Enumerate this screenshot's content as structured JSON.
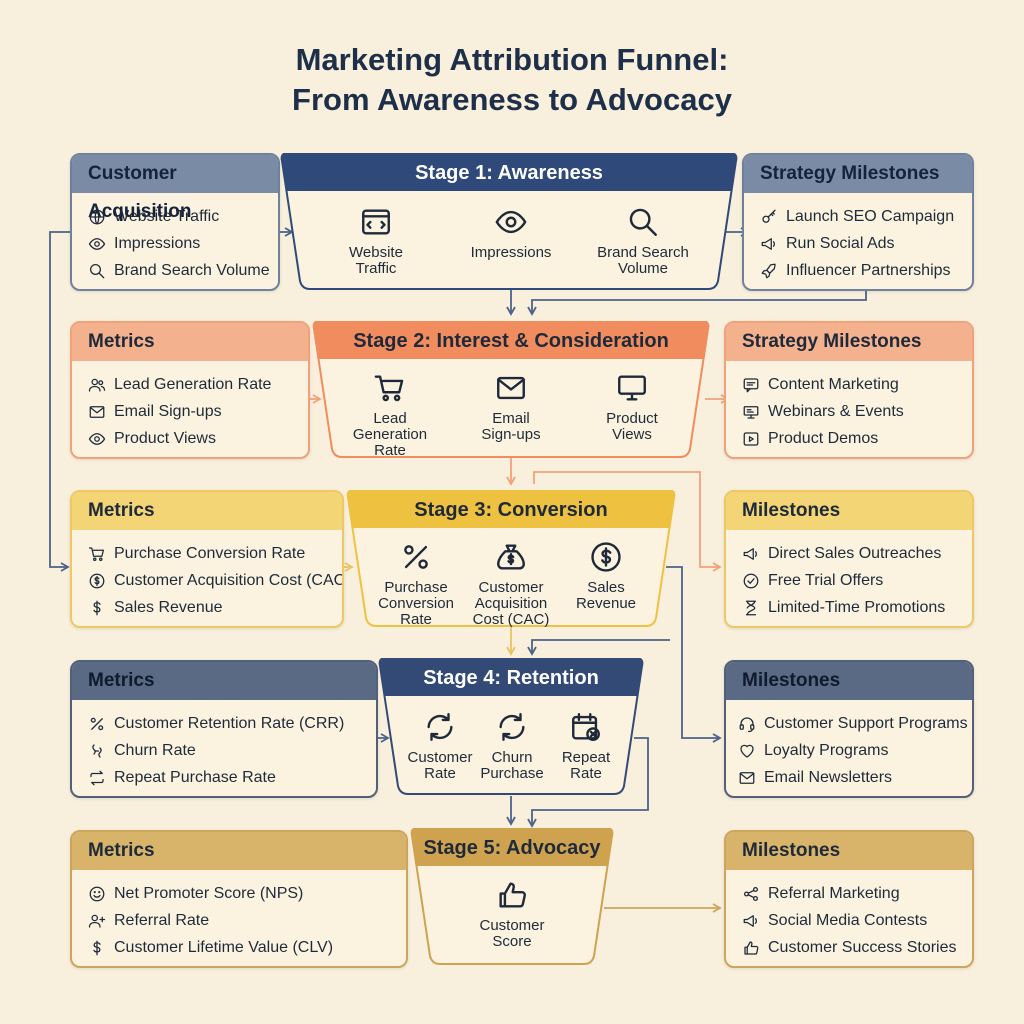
{
  "title_line1": "Marketing Attribution Funnel:",
  "title_line2": "From Awareness to Advocacy",
  "colors": {
    "background": "#f8f0dc",
    "stage1": "#2f4a7a",
    "stage2": "#f08c5e",
    "stage3": "#eec240",
    "stage4": "#344a76",
    "stage5": "#cea24f",
    "connector_blue": "#4c6389",
    "connector_orange": "#f0a37a",
    "connector_yellow": "#e9c465"
  },
  "rows": [
    {
      "left": {
        "header": "Customer Acquisition",
        "items": [
          {
            "label": "Website Traffic",
            "icon": "globe-icon"
          },
          {
            "label": "Impressions",
            "icon": "eye-icon"
          },
          {
            "label": "Brand Search Volume",
            "icon": "search-icon"
          }
        ]
      },
      "stage": {
        "title": "Stage 1: Awareness",
        "kpis": [
          {
            "label": "Website\nTraffic",
            "icon": "browser-window-icon"
          },
          {
            "label": "Impressions",
            "icon": "eye-icon"
          },
          {
            "label": "Brand Search\nVolume",
            "icon": "search-icon"
          }
        ]
      },
      "right": {
        "header": "Strategy Milestones",
        "items": [
          {
            "label": "Launch SEO Campaign",
            "icon": "key-icon"
          },
          {
            "label": "Run Social Ads",
            "icon": "megaphone-icon"
          },
          {
            "label": "Influencer Partnerships",
            "icon": "rocket-icon"
          }
        ]
      }
    },
    {
      "left": {
        "header": "Metrics",
        "items": [
          {
            "label": "Lead Generation Rate",
            "icon": "users-icon"
          },
          {
            "label": "Email Sign-ups",
            "icon": "mail-icon"
          },
          {
            "label": "Product Views",
            "icon": "eye-icon"
          }
        ]
      },
      "stage": {
        "title": "Stage 2: Interest & Consideration",
        "kpis": [
          {
            "label": "Lead\nGeneration\nRate",
            "icon": "cart-icon"
          },
          {
            "label": "Email\nSign-ups",
            "icon": "mail-icon"
          },
          {
            "label": "Product\nViews",
            "icon": "monitor-icon"
          }
        ]
      },
      "right": {
        "header": "Strategy Milestones",
        "items": [
          {
            "label": "Content Marketing",
            "icon": "chat-icon"
          },
          {
            "label": "Webinars & Events",
            "icon": "presentation-icon"
          },
          {
            "label": "Product Demos",
            "icon": "play-icon"
          }
        ]
      }
    },
    {
      "left": {
        "header": "Metrics",
        "items": [
          {
            "label": "Purchase Conversion Rate",
            "icon": "cart-icon"
          },
          {
            "label": "Customer Acquisition Cost (CAC)",
            "icon": "coin-icon"
          },
          {
            "label": "Sales Revenue",
            "icon": "dollar-icon"
          }
        ]
      },
      "stage": {
        "title": "Stage 3: Conversion",
        "kpis": [
          {
            "label": "Purchase\nConversion\nRate",
            "icon": "percent-icon"
          },
          {
            "label": "Customer\nAcquisition\nCost (CAC)",
            "icon": "money-bag-icon"
          },
          {
            "label": "Sales\nRevenue",
            "icon": "dollar-circle-icon"
          }
        ]
      },
      "right": {
        "header": "Milestones",
        "items": [
          {
            "label": "Direct Sales Outreaches",
            "icon": "megaphone-icon"
          },
          {
            "label": "Free Trial Offers",
            "icon": "check-badge-icon"
          },
          {
            "label": "Limited-Time Promotions",
            "icon": "hourglass-icon"
          }
        ]
      }
    },
    {
      "left": {
        "header": "Metrics",
        "items": [
          {
            "label": "Customer Retention Rate (CRR)",
            "icon": "percent-icon"
          },
          {
            "label": "Churn Rate",
            "icon": "churn-icon"
          },
          {
            "label": "Repeat Purchase Rate",
            "icon": "repeat-icon"
          }
        ]
      },
      "stage": {
        "title": "Stage 4: Retention",
        "kpis": [
          {
            "label": "Customer\nRate",
            "icon": "refresh-icon"
          },
          {
            "label": "Churn\nPurchase",
            "icon": "refresh-icon"
          },
          {
            "label": "Repeat\nRate",
            "icon": "calendar-x-icon"
          }
        ]
      },
      "right": {
        "header": "Milestones",
        "items": [
          {
            "label": "Customer Support Programs",
            "icon": "headset-icon"
          },
          {
            "label": "Loyalty Programs",
            "icon": "heart-icon"
          },
          {
            "label": "Email Newsletters",
            "icon": "mail-icon"
          }
        ]
      }
    },
    {
      "left": {
        "header": "Metrics",
        "items": [
          {
            "label": "Net Promoter Score (NPS)",
            "icon": "smile-icon"
          },
          {
            "label": "Referral Rate",
            "icon": "user-plus-icon"
          },
          {
            "label": "Customer Lifetime Value (CLV)",
            "icon": "dollar-icon"
          }
        ]
      },
      "stage": {
        "title": "Stage 5: Advocacy",
        "kpis": [
          {
            "label": "Customer\nScore",
            "icon": "thumbs-up-icon"
          }
        ]
      },
      "right": {
        "header": "Milestones",
        "items": [
          {
            "label": "Referral Marketing",
            "icon": "share-icon"
          },
          {
            "label": "Social Media Contests",
            "icon": "megaphone-icon"
          },
          {
            "label": "Customer Success Stories",
            "icon": "thumbs-up-icon"
          }
        ]
      }
    }
  ]
}
